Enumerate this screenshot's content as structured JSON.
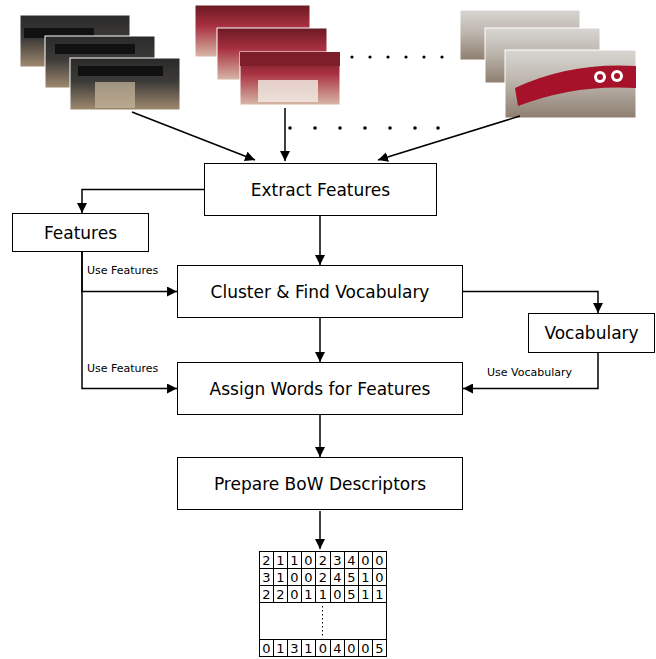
{
  "diagram": {
    "nodes": [
      {
        "text": [
          "Extract Features"
        ]
      },
      {
        "text": [
          "Features"
        ]
      },
      {
        "text": [
          "Cluster & Find Vocabulary"
        ]
      },
      {
        "text": [
          "Vocabulary"
        ]
      },
      {
        "text": [
          "Assign Words for Features"
        ]
      },
      {
        "text": [
          "Prepare BoW Descriptors"
        ]
      }
    ],
    "edges": [
      {
        "from": 0,
        "to": 1,
        "arrow": "to"
      },
      {
        "from": 0,
        "to": 2,
        "arrow": "to"
      },
      {
        "from": 1,
        "to": 2,
        "arrow": "to",
        "label": "Use Features"
      },
      {
        "from": 1,
        "to": 4,
        "arrow": "to",
        "label": "Use Features"
      },
      {
        "from": 2,
        "to": 3,
        "arrow": "to"
      },
      {
        "from": 3,
        "to": 4,
        "arrow": "to",
        "label": "Use Vocabulary"
      },
      {
        "from": 2,
        "to": 4,
        "arrow": "to"
      },
      {
        "from": 4,
        "to": 5,
        "arrow": "to"
      }
    ],
    "labels": [
      "2",
      "1",
      "1",
      "0",
      "2",
      "3",
      "4",
      "0",
      "0",
      "3",
      "1",
      "0",
      "0",
      "2",
      "4",
      "5",
      "1",
      "0",
      "2",
      "2",
      "0",
      "1",
      "1",
      "0",
      "5",
      "1",
      "1",
      "0",
      "1",
      "3",
      "1",
      "0",
      "4",
      "0",
      "0",
      "5"
    ]
  }
}
